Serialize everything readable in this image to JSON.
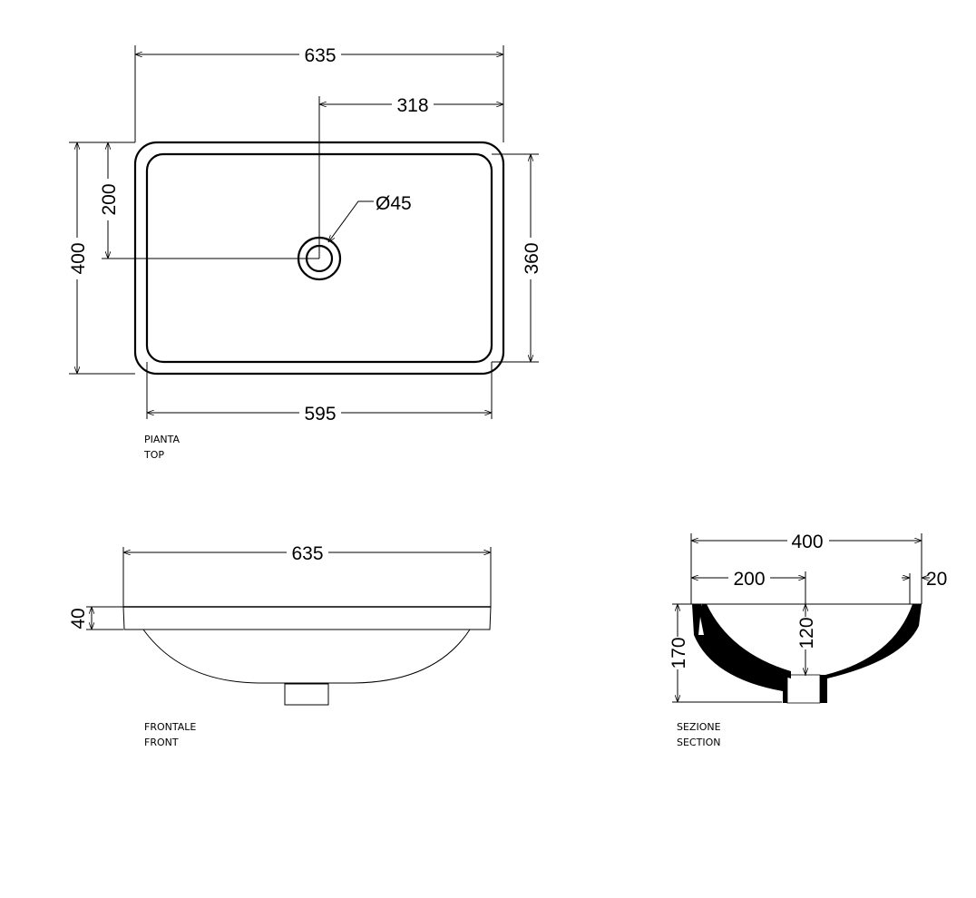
{
  "top_view": {
    "caption_it": "PIANTA",
    "caption_en": "TOP",
    "dims": {
      "overall_width": "635",
      "drain_offset": "318",
      "overall_depth": "400",
      "drain_from_edge": "200",
      "inner_depth": "360",
      "inner_width": "595",
      "drain_diameter": "Ø45"
    }
  },
  "front_view": {
    "caption_it": "FRONTALE",
    "caption_en": "FRONT",
    "dims": {
      "overall_width": "635",
      "rim_height": "40"
    }
  },
  "section_view": {
    "caption_it": "SEZIONE",
    "caption_en": "SECTION",
    "dims": {
      "overall_width": "400",
      "half_width": "200",
      "rim_width": "20",
      "bowl_depth": "120",
      "overall_height": "170"
    }
  }
}
